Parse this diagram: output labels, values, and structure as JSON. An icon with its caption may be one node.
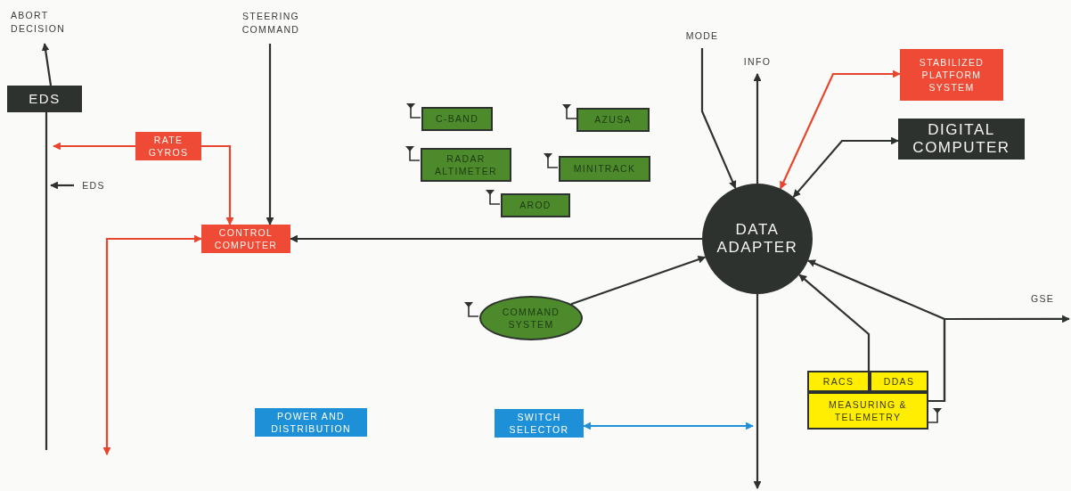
{
  "diagram": {
    "nodes": [
      {
        "text": [
          "ABORT DECISION"
        ]
      },
      {
        "text": [
          "EDS"
        ]
      },
      {
        "text": [
          "STEERING COMMAND"
        ]
      },
      {
        "text": [
          "RATE GYROS"
        ]
      },
      {
        "text": [
          "EDS"
        ]
      },
      {
        "text": [
          "CONTROL COMPUTER"
        ]
      },
      {
        "text": [
          "C-BAND"
        ]
      },
      {
        "text": [
          "AZUSA"
        ]
      },
      {
        "text": [
          "RADAR ALTIMETER"
        ]
      },
      {
        "text": [
          "MINITRACK"
        ]
      },
      {
        "text": [
          "AROD"
        ]
      },
      {
        "text": [
          "MODE"
        ]
      },
      {
        "text": [
          "INFO"
        ]
      },
      {
        "text": [
          "STABILIZED PLATFORM SYSTEM"
        ]
      },
      {
        "text": [
          "DIGITAL COMPUTER"
        ]
      },
      {
        "text": [
          "DATA ADAPTER"
        ]
      },
      {
        "text": [
          "COMMAND SYSTEM"
        ]
      },
      {
        "text": [
          "GSE"
        ]
      },
      {
        "text": [
          "RACS"
        ]
      },
      {
        "text": [
          "DDAS"
        ]
      },
      {
        "text": [
          "MEASURING & TELEMETRY"
        ]
      },
      {
        "text": [
          "POWER AND DISTRIBUTION"
        ]
      },
      {
        "text": [
          "SWITCH SELECTOR"
        ]
      }
    ],
    "edges": [
      {
        "from": 1,
        "to": 0,
        "arrow": "to"
      },
      {
        "from": null,
        "to": 1,
        "arrow": "none"
      },
      {
        "from": 3,
        "to": null,
        "arrow": "to",
        "color": "#e8452f"
      },
      {
        "from": 3,
        "to": 5,
        "arrow": "to",
        "color": "#e8452f"
      },
      {
        "from": 2,
        "to": 5,
        "arrow": "to"
      },
      {
        "from": 4,
        "to": null,
        "arrow": "to"
      },
      {
        "from": 15,
        "to": 5,
        "arrow": "to"
      },
      {
        "from": null,
        "to": 5,
        "arrow": "both",
        "color": "#e8452f"
      },
      {
        "from": 11,
        "to": 15,
        "arrow": "to"
      },
      {
        "from": 15,
        "to": 12,
        "arrow": "to"
      },
      {
        "from": 15,
        "to": 13,
        "arrow": "both",
        "color": "#e8452f"
      },
      {
        "from": 15,
        "to": 14,
        "arrow": "both"
      },
      {
        "from": 16,
        "to": 15,
        "arrow": "to"
      },
      {
        "from": 18,
        "to": 15,
        "arrow": "to"
      },
      {
        "from": 20,
        "to": 15,
        "arrow": "to"
      },
      {
        "from": 20,
        "to": 17,
        "arrow": "to"
      },
      {
        "from": 15,
        "to": null,
        "arrow": "to"
      },
      {
        "from": 22,
        "to": null,
        "arrow": "both",
        "color": "#1f8fd8"
      }
    ]
  }
}
